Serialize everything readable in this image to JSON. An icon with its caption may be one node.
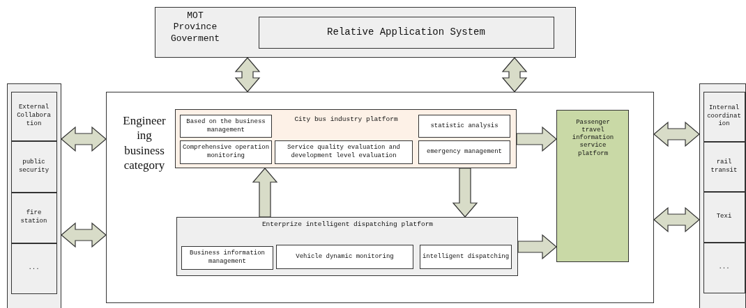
{
  "diagram": {
    "nodes": [
      {
        "text": [
          "MOT Province Goverment"
        ]
      },
      {
        "text": [
          "Relative Application System"
        ],
        "in": 0
      },
      {
        "text": [],
        "shape": "box"
      },
      {
        "text": [
          "External Collabora tion"
        ],
        "in": 2
      },
      {
        "text": [
          "public security"
        ],
        "in": 2
      },
      {
        "text": [
          "fire station"
        ],
        "in": 2
      },
      {
        "text": [
          "..."
        ],
        "in": 2
      },
      {
        "text": [
          "Engineer ing business category"
        ]
      },
      {
        "text": [
          "City bus industry platform"
        ],
        "in": 7
      },
      {
        "text": [
          "Based on the business management"
        ],
        "in": 8
      },
      {
        "text": [
          "statistic analysis"
        ],
        "in": 8
      },
      {
        "text": [
          "Comprehensive operation monitoring"
        ],
        "in": 8
      },
      {
        "text": [
          "Service quality evaluation and development level evaluation"
        ],
        "in": 8
      },
      {
        "text": [
          "emergency management"
        ],
        "in": 8
      },
      {
        "text": [
          "Enterprize intelligent dispatching platform"
        ],
        "in": 7
      },
      {
        "text": [
          "Business information management"
        ],
        "in": 14
      },
      {
        "text": [
          "Vehicle dynamic monitoring"
        ],
        "in": 14
      },
      {
        "text": [
          "intelligent dispatching"
        ],
        "in": 14
      },
      {
        "text": [
          "Passenger travel information service platform"
        ],
        "in": 7
      },
      {
        "text": [],
        "shape": "box"
      },
      {
        "text": [
          "Internal coordinat ion"
        ],
        "in": 19
      },
      {
        "text": [
          "rail transit"
        ],
        "in": 19
      },
      {
        "text": [
          "Texi"
        ],
        "in": 19
      },
      {
        "text": [
          "..."
        ],
        "in": 19
      }
    ],
    "edges": [
      {
        "from": 0,
        "to": 7,
        "arrow": "both"
      },
      {
        "from": 0,
        "to": 7,
        "arrow": "both"
      },
      {
        "from": 2,
        "to": 7,
        "arrow": "both"
      },
      {
        "from": 2,
        "to": 7,
        "arrow": "both"
      },
      {
        "from": 8,
        "to": 18,
        "arrow": "to"
      },
      {
        "from": 8,
        "to": 14,
        "arrow": "to"
      },
      {
        "from": 14,
        "to": 8,
        "arrow": "to"
      },
      {
        "from": 14,
        "to": 18,
        "arrow": "to"
      },
      {
        "from": 7,
        "to": 19,
        "arrow": "both"
      },
      {
        "from": 7,
        "to": 19,
        "arrow": "both"
      }
    ]
  }
}
